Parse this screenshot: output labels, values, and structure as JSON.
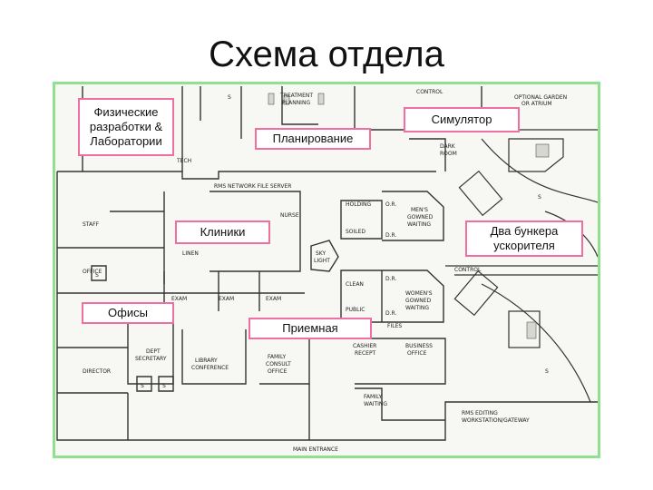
{
  "slide": {
    "title": "Схема отдела"
  },
  "callouts": {
    "physics_labs": "Физические разработки & Лаборатории",
    "planning": "Планирование",
    "simulator": "Симулятор",
    "clinics": "Клиники",
    "bunkers": "Два бункера ускорителя",
    "offices": "Офисы",
    "reception": "Приемная"
  },
  "plan_labels": {
    "treatment_planning_1": "TREATMENT",
    "treatment_planning_2": "PLANNING",
    "control_top": "CONTROL",
    "garden_1": "OPTIONAL GARDEN",
    "garden_2": "OR ATRIUM",
    "dark_room_1": "DARK",
    "dark_room_2": "ROOM",
    "network": "RMS NETWORK FILE SERVER",
    "holding": "HOLDING",
    "or_1": "O.R.",
    "mens_1": "MEN'S",
    "mens_2": "GOWNED",
    "mens_3": "WAITING",
    "soiled": "SOILED",
    "or_2": "D.R.",
    "nurse": "NURSE",
    "staff": "STAFF",
    "office": "OFFICE",
    "linen": "LINEN",
    "sky_1": "SKY",
    "sky_2": "LIGHT",
    "control_mid": "CONTROL",
    "clean": "CLEAN",
    "or_3": "D.R.",
    "womens_1": "WOMEN'S",
    "womens_2": "GOWNED",
    "womens_3": "WAITING",
    "public": "PUBLIC",
    "or_4": "D.R.",
    "files": "FILES",
    "exam_1": "EXAM",
    "exam_2": "EXAM",
    "exam_3": "EXAM",
    "dept_sec_1": "DEPT",
    "dept_sec_2": "SECRETARY",
    "library_1": "LIBRARY",
    "library_2": "CONFERENCE",
    "family_1": "FAMILY",
    "family_2": "CONSULT",
    "family_3": "OFFICE",
    "cashier_1": "CASHIER",
    "cashier_2": "RECEPT",
    "business_1": "BUSINESS",
    "business_2": "OFFICE",
    "director": "DIRECTOR",
    "family_wait_1": "FAMILY",
    "family_wait_2": "WAITING",
    "rms_edit_1": "RMS EDITING",
    "rms_edit_2": "WORKSTATION/GATEWAY",
    "main_entrance": "MAIN ENTRANCE",
    "tech": "TECH",
    "s_1": "S",
    "s_2": "S",
    "s_3": "S",
    "s_4": "S",
    "s_5": "S",
    "s_6": "S"
  }
}
